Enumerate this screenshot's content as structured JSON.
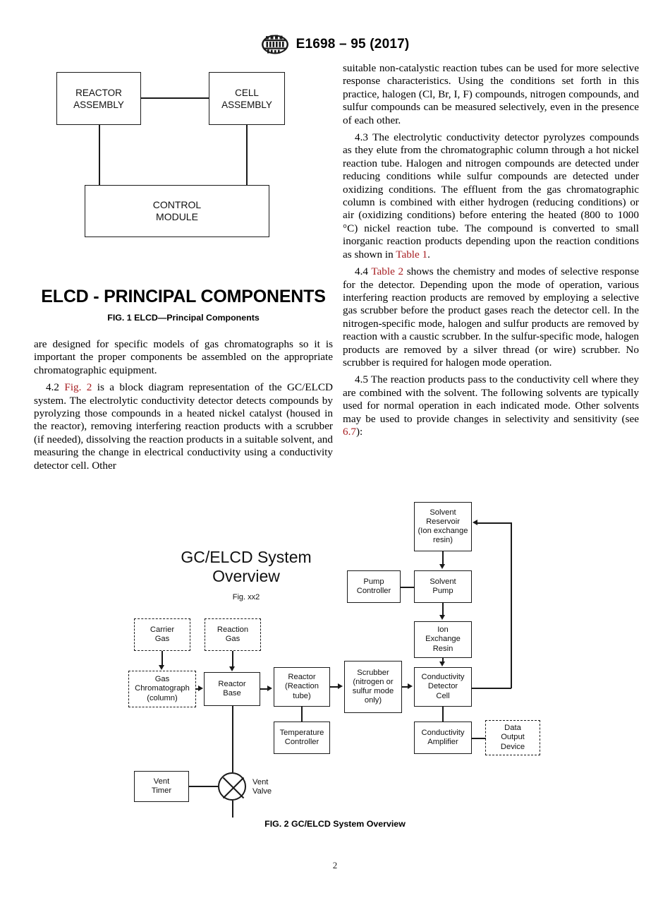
{
  "header": {
    "logo_icon": "astm-logo-icon",
    "designation": "E1698 – 95 (2017)"
  },
  "page_number": "2",
  "figure1": {
    "boxes": [
      {
        "id": "reactor-assembly",
        "label": "REACTOR\nASSEMBLY"
      },
      {
        "id": "cell-assembly",
        "label": "CELL\nASSEMBLY"
      },
      {
        "id": "control-module",
        "label": "CONTROL\nMODULE"
      }
    ],
    "title": "ELCD - PRINCIPAL COMPONENTS",
    "caption": "FIG. 1  ELCD—Principal Components"
  },
  "left_column": {
    "paragraphs": [
      {
        "id": "para-continued",
        "indent": false,
        "runs": [
          {
            "text": "are designed for specific models of gas chromatographs so it is important the proper components be assembled on the appropriate chromatographic equipment.",
            "link": false
          }
        ]
      },
      {
        "id": "para-4-2",
        "indent": true,
        "runs": [
          {
            "text": "4.2 ",
            "link": false
          },
          {
            "text": "Fig. 2",
            "link": true
          },
          {
            "text": " is a block diagram representation of the GC/ELCD system. The electrolytic conductivity detector detects compounds by pyrolyzing those compounds in a heated nickel catalyst (housed in the reactor), removing interfering reaction products with a scrubber (if needed), dissolving the reaction products in a suitable solvent, and measuring the change in electrical conductivity using a conductivity detector cell. Other",
            "link": false
          }
        ]
      }
    ]
  },
  "right_column": {
    "paragraphs": [
      {
        "id": "para-continued-right",
        "indent": false,
        "runs": [
          {
            "text": "suitable non-catalystic reaction tubes can be used for more selective response characteristics. Using the conditions set forth in this practice, halogen (Cl, Br, I, F) compounds, nitrogen compounds, and sulfur compounds can be measured selectively, even in the presence of each other.",
            "link": false
          }
        ]
      },
      {
        "id": "para-4-3",
        "indent": true,
        "runs": [
          {
            "text": "4.3 The electrolytic conductivity detector pyrolyzes compounds as they elute from the chromatographic column through a hot nickel reaction tube. Halogen and nitrogen compounds are detected under reducing conditions while sulfur compounds are detected under oxidizing conditions. The effluent from the gas chromatographic column is combined with either hydrogen (reducing conditions) or air (oxidizing conditions) before entering the heated (800 to 1000 °C) nickel reaction tube. The compound is converted to small inorganic reaction products depending upon the reaction conditions as shown in ",
            "link": false
          },
          {
            "text": "Table 1",
            "link": true
          },
          {
            "text": ".",
            "link": false
          }
        ]
      },
      {
        "id": "para-4-4",
        "indent": true,
        "runs": [
          {
            "text": "4.4 ",
            "link": false
          },
          {
            "text": "Table 2",
            "link": true
          },
          {
            "text": " shows the chemistry and modes of selective response for the detector. Depending upon the mode of operation, various interfering reaction products are removed by employing a selective gas scrubber before the product gases reach the detector cell. In the nitrogen-specific mode, halogen and sulfur products are removed by reaction with a caustic scrubber. In the sulfur-specific mode, halogen products are removed by a silver thread (or wire) scrubber. No scrubber is required for halogen mode operation.",
            "link": false
          }
        ]
      },
      {
        "id": "para-4-5",
        "indent": true,
        "runs": [
          {
            "text": "4.5 The reaction products pass to the conductivity cell where they are combined with the solvent. The following solvents are typically used for normal operation in each indicated mode. Other solvents may be used to provide changes in selectivity and sensitivity (see ",
            "link": false
          },
          {
            "text": "6.7",
            "link": true
          },
          {
            "text": "):",
            "link": false
          }
        ]
      }
    ]
  },
  "figure2": {
    "title": "GC/ELCD System\nOverview",
    "subtitle": "Fig. xx2",
    "caption": "FIG. 2  GC/ELCD System Overview",
    "boxes": {
      "carrier_gas": "Carrier\nGas",
      "reaction_gas": "Reaction\nGas",
      "gas_chromatograph": "Gas\nChromatograph\n(column)",
      "reactor_base": "Reactor\nBase",
      "reactor_tube": "Reactor\n(Reaction\ntube)",
      "temperature_controller": "Temperature\nController",
      "scrubber": "Scrubber\n(nitrogen or\nsulfur mode\nonly)",
      "solvent_reservoir": "Solvent\nReservoir\n(Ion exchange\nresin)",
      "pump_controller": "Pump\nController",
      "solvent_pump": "Solvent\nPump",
      "ion_exchange_resin": "Ion\nExchange\nResin",
      "conductivity_detector_cell": "Conductivity\nDetector\nCell",
      "conductivity_amplifier": "Conductivity\nAmplifier",
      "data_output_device": "Data\nOutput\nDevice",
      "vent_timer": "Vent\nTimer",
      "vent_valve_label": "Vent\nValve"
    }
  }
}
